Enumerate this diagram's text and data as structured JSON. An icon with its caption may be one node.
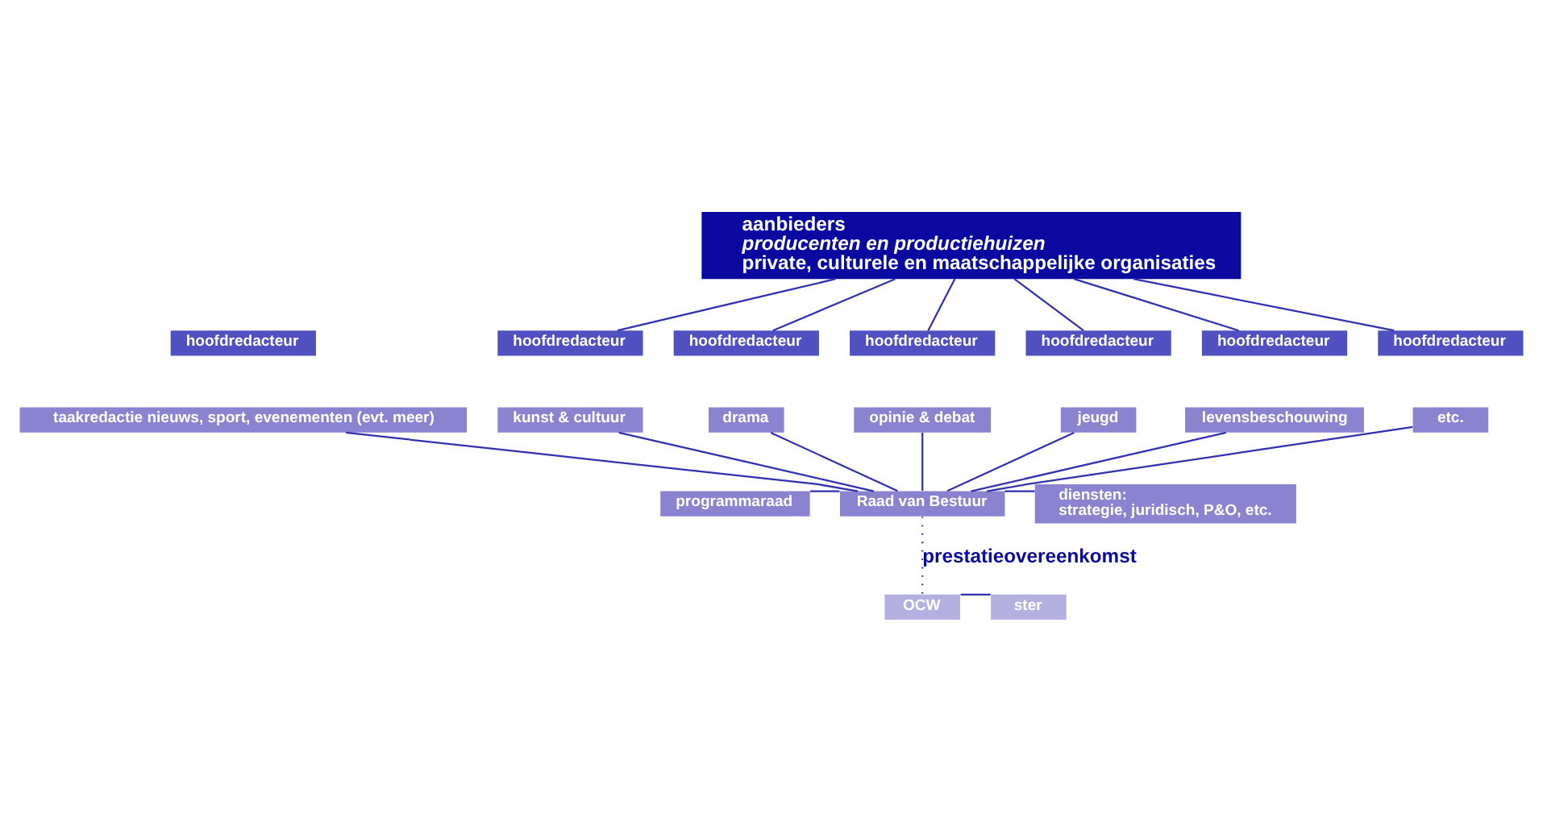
{
  "diagram": {
    "nodes": [
      {
        "text": [
          "aanbieders",
          "producenten en productiehuizen",
          "private, culturele en maatschappelijke organisaties"
        ]
      },
      {
        "text": [
          "hoofdredacteur"
        ]
      },
      {
        "text": [
          "taakredactie nieuws, sport, evenementen (evt. meer)"
        ]
      },
      {
        "text": [
          "hoofdredacteur"
        ]
      },
      {
        "text": [
          "hoofdredacteur"
        ]
      },
      {
        "text": [
          "hoofdredacteur"
        ]
      },
      {
        "text": [
          "hoofdredacteur"
        ]
      },
      {
        "text": [
          "hoofdredacteur"
        ]
      },
      {
        "text": [
          "hoofdredacteur"
        ]
      },
      {
        "text": [
          "kunst & cultuur"
        ]
      },
      {
        "text": [
          "drama"
        ]
      },
      {
        "text": [
          "opinie & debat"
        ]
      },
      {
        "text": [
          "jeugd"
        ]
      },
      {
        "text": [
          "levensbeschouwing"
        ]
      },
      {
        "text": [
          "etc."
        ]
      },
      {
        "text": [
          "programmaraad"
        ]
      },
      {
        "text": [
          "Raad van Bestuur"
        ]
      },
      {
        "text": [
          "diensten:",
          "strategie, juridisch, P&O, etc."
        ]
      },
      {
        "text": [
          "OCW"
        ]
      },
      {
        "text": [
          "ster"
        ]
      }
    ],
    "edges": [
      {
        "from": 0,
        "to": 3,
        "arrow": "none"
      },
      {
        "from": 0,
        "to": 4,
        "arrow": "none"
      },
      {
        "from": 0,
        "to": 5,
        "arrow": "none"
      },
      {
        "from": 0,
        "to": 6,
        "arrow": "none"
      },
      {
        "from": 0,
        "to": 7,
        "arrow": "none"
      },
      {
        "from": 0,
        "to": 8,
        "arrow": "none"
      },
      {
        "from": 2,
        "to": 16,
        "arrow": "none"
      },
      {
        "from": 9,
        "to": 16,
        "arrow": "none"
      },
      {
        "from": 10,
        "to": 16,
        "arrow": "none"
      },
      {
        "from": 11,
        "to": 16,
        "arrow": "none"
      },
      {
        "from": 12,
        "to": 16,
        "arrow": "none"
      },
      {
        "from": 13,
        "to": 16,
        "arrow": "none"
      },
      {
        "from": 14,
        "to": 16,
        "arrow": "none"
      },
      {
        "from": 15,
        "to": 16,
        "arrow": "none"
      },
      {
        "from": 16,
        "to": 17,
        "arrow": "none"
      },
      {
        "from": 16,
        "to": 18,
        "arrow": "none",
        "style": "dashed",
        "label": "prestatieovereenkomst"
      },
      {
        "from": 18,
        "to": 19,
        "arrow": "none"
      }
    ]
  }
}
